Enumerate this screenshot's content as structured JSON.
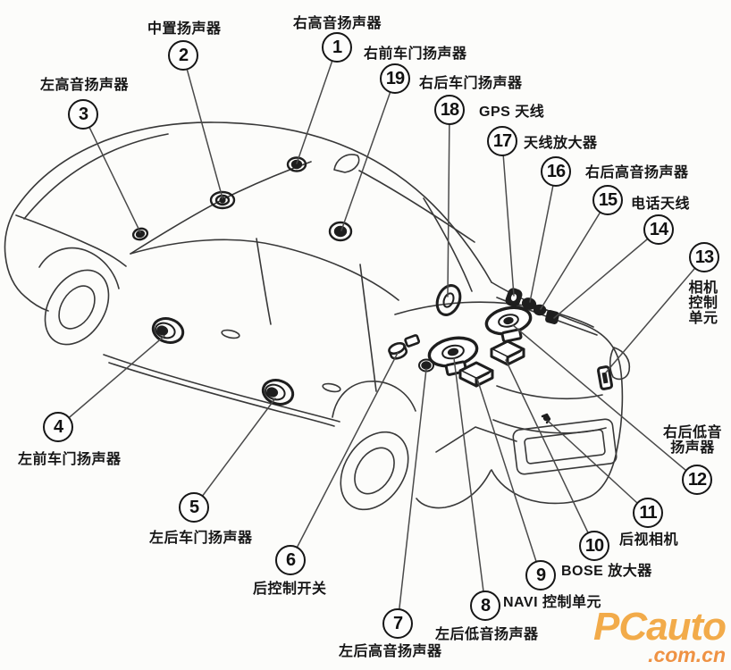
{
  "diagram": {
    "title_hidden": "",
    "callouts": [
      {
        "num": "1",
        "label": "右高音扬声器"
      },
      {
        "num": "2",
        "label": "中置扬声器"
      },
      {
        "num": "3",
        "label": "左高音扬声器"
      },
      {
        "num": "4",
        "label": "左前车门扬声器"
      },
      {
        "num": "5",
        "label": "左后车门扬声器"
      },
      {
        "num": "6",
        "label": "后控制开关"
      },
      {
        "num": "7",
        "label": "左后高音扬声器"
      },
      {
        "num": "8",
        "label": "左后低音扬声器"
      },
      {
        "num": "9",
        "label": "NAVI 控制单元"
      },
      {
        "num": "10",
        "label": "BOSE 放大器"
      },
      {
        "num": "11",
        "label": "后视相机"
      },
      {
        "num": "12",
        "label": "右后低音扬声器"
      },
      {
        "num": "13",
        "label": "相机控制单元"
      },
      {
        "num": "14",
        "label": "电话天线"
      },
      {
        "num": "15",
        "label": "右后高音扬声器"
      },
      {
        "num": "16",
        "label": "天线放大器"
      },
      {
        "num": "17",
        "label": "GPS 天线"
      },
      {
        "num": "18",
        "label": "右后车门扬声器"
      },
      {
        "num": "19",
        "label": "右前车门扬声器"
      }
    ]
  },
  "watermark": {
    "brand": "PCauto",
    "domain": ".com.cn",
    "brand_color": "#F2A53C",
    "domain_color": "#EE8A35"
  },
  "colors": {
    "background": "#FCFCFA",
    "line_art": "#383838",
    "leader_line": "#4A4A4A",
    "label_text": "#161616"
  }
}
